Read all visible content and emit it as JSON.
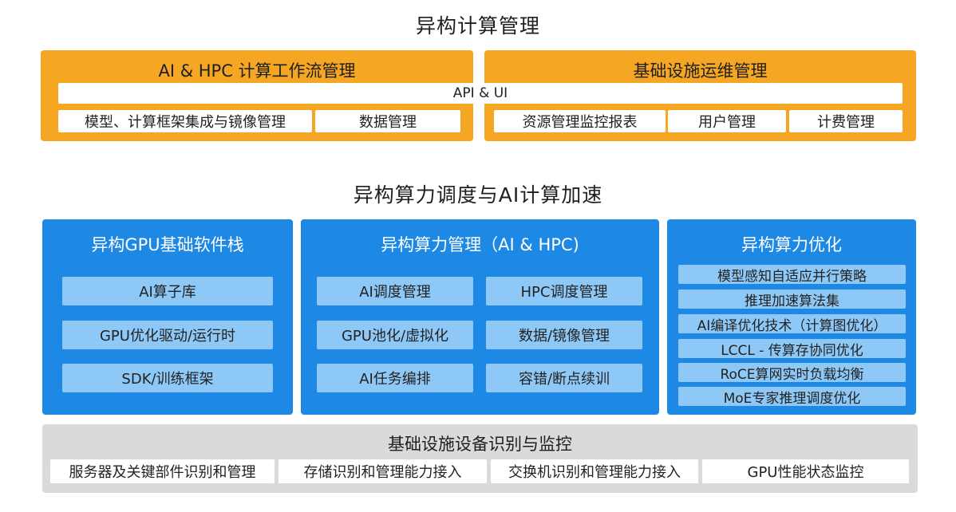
{
  "top_title": "异构计算管理",
  "ai_hpc_panel": {
    "title": "AI & HPC 计算工作流管理",
    "items": [
      "模型、计算框架集成与镜像管理",
      "数据管理"
    ]
  },
  "api_ui_bar": "API & UI",
  "infra_ops_panel": {
    "title": "基础设施运维管理",
    "items": [
      "资源管理监控报表",
      "用户管理",
      "计费管理"
    ]
  },
  "mid_title": "异构算力调度与AI计算加速",
  "gpu_stack_panel": {
    "title": "异构GPU基础软件栈",
    "items": [
      "AI算子库",
      "GPU优化驱动/运行时",
      "SDK/训练框架"
    ]
  },
  "compute_mgmt_panel": {
    "title": "异构算力管理（AI & HPC)",
    "items": [
      "AI调度管理",
      "HPC调度管理",
      "GPU池化/虚拟化",
      "数据/镜像管理",
      "AI任务编排",
      "容错/断点续训"
    ]
  },
  "compute_opt_panel": {
    "title": "异构算力优化",
    "items": [
      "模型感知自适应并行策略",
      "推理加速算法集",
      "AI编译优化技术（计算图优化）",
      "LCCL - 传算存协同优化",
      "RoCE算网实时负载均衡",
      "MoE专家推理调度优化"
    ]
  },
  "infra_device_panel": {
    "title": "基础设施设备识别与监控",
    "items": [
      "服务器及关键部件识别和管理",
      "存储识别和管理能力接入",
      "交换机识别和管理能力接入",
      "GPU性能状态监控"
    ]
  },
  "colors": {
    "orange": "#F5A623",
    "blue": "#1E88E5",
    "light_blue": "#8EC8F7",
    "grey": "#DADADA"
  }
}
